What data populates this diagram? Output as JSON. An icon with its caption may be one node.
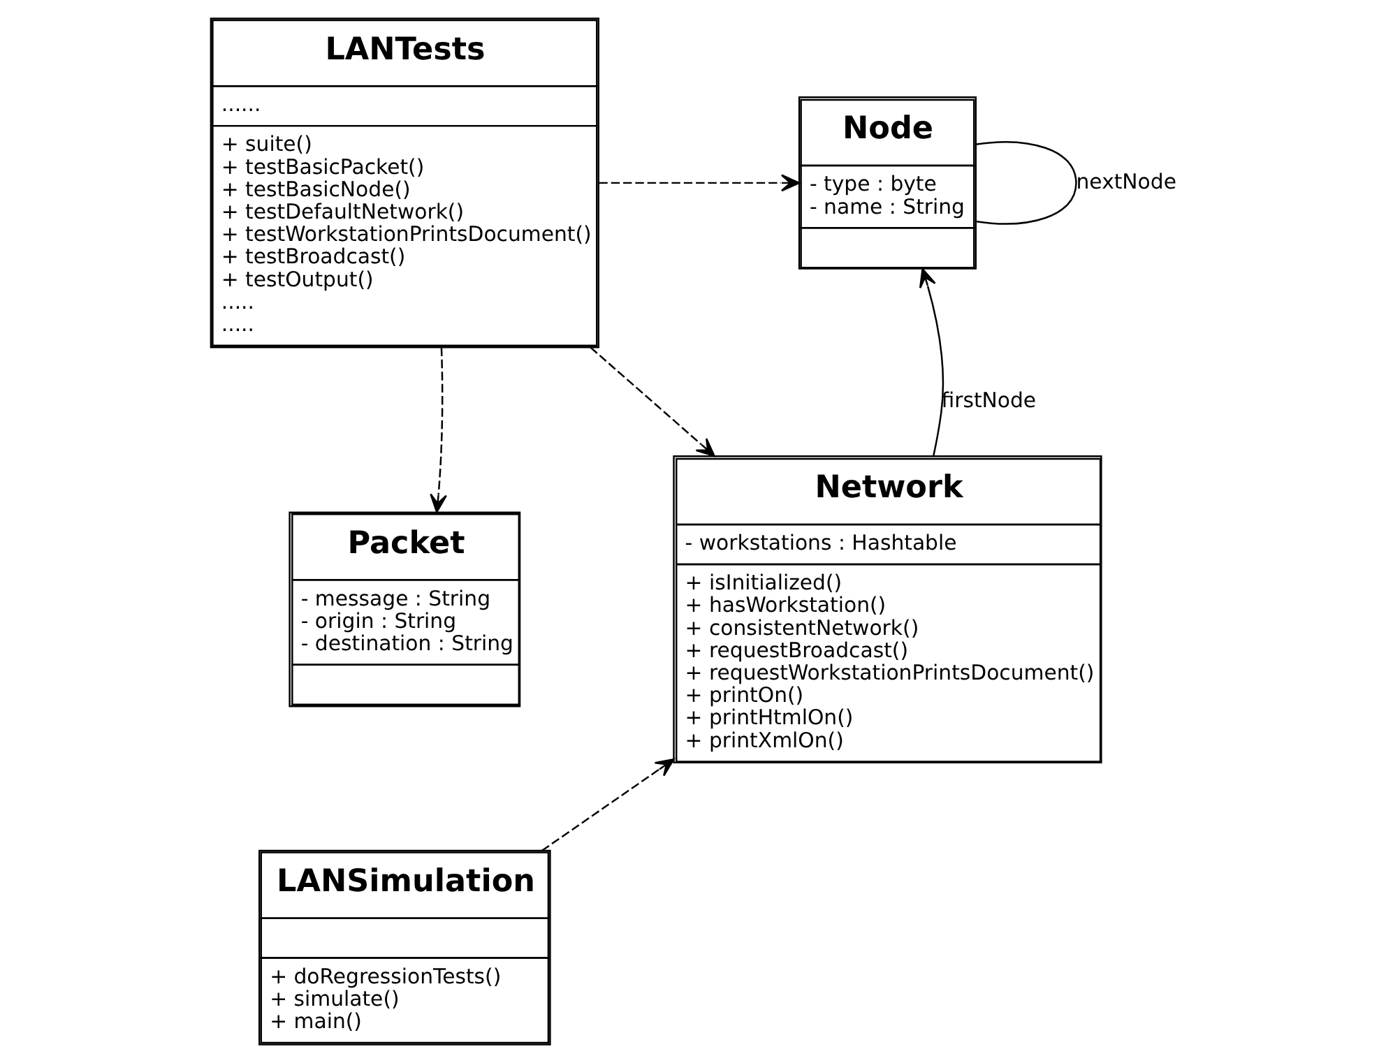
{
  "diagram": {
    "nodes": [
      {
        "text": [
          "Node",
          "- type : byte",
          "- name : String"
        ]
      },
      {
        "text": [
          "LANTests",
          "......",
          "+ suite()",
          "+ testBasicPacket()",
          "+ testBasicNode()",
          "+ testDefaultNetwork()",
          "+ testWorkstationPrintsDocument()",
          "+ testBroadcast()",
          "+ testOutput()",
          ".....",
          "....."
        ]
      },
      {
        "text": [
          "Network",
          "- workstations : Hashtable",
          "+ isInitialized()",
          "+ hasWorkstation()",
          "+ consistentNetwork()",
          "+ requestBroadcast()",
          "+ requestWorkstationPrintsDocument()",
          "+ printOn()",
          "+ printHtmlOn()",
          "+ printXmlOn()"
        ]
      },
      {
        "text": [
          "Packet",
          "- message : String",
          "- origin : String",
          "- destination : String"
        ]
      },
      {
        "text": [
          "LANSimulation",
          "+ doRegressionTests()",
          "+ simulate()",
          "+ main()"
        ]
      }
    ],
    "edges": [
      {
        "from": 0,
        "to": 0,
        "arrow": "none",
        "label": "nextNode"
      },
      {
        "from": 1,
        "to": 0,
        "arrow": "to",
        "style": "dashed"
      },
      {
        "from": 2,
        "to": 0,
        "arrow": "to",
        "label": "firstNode"
      },
      {
        "from": 1,
        "to": 2,
        "arrow": "to",
        "style": "dashed"
      },
      {
        "from": 1,
        "to": 3,
        "arrow": "to",
        "style": "dashed"
      },
      {
        "from": 4,
        "to": 2,
        "arrow": "to",
        "style": "dashed"
      }
    ]
  }
}
